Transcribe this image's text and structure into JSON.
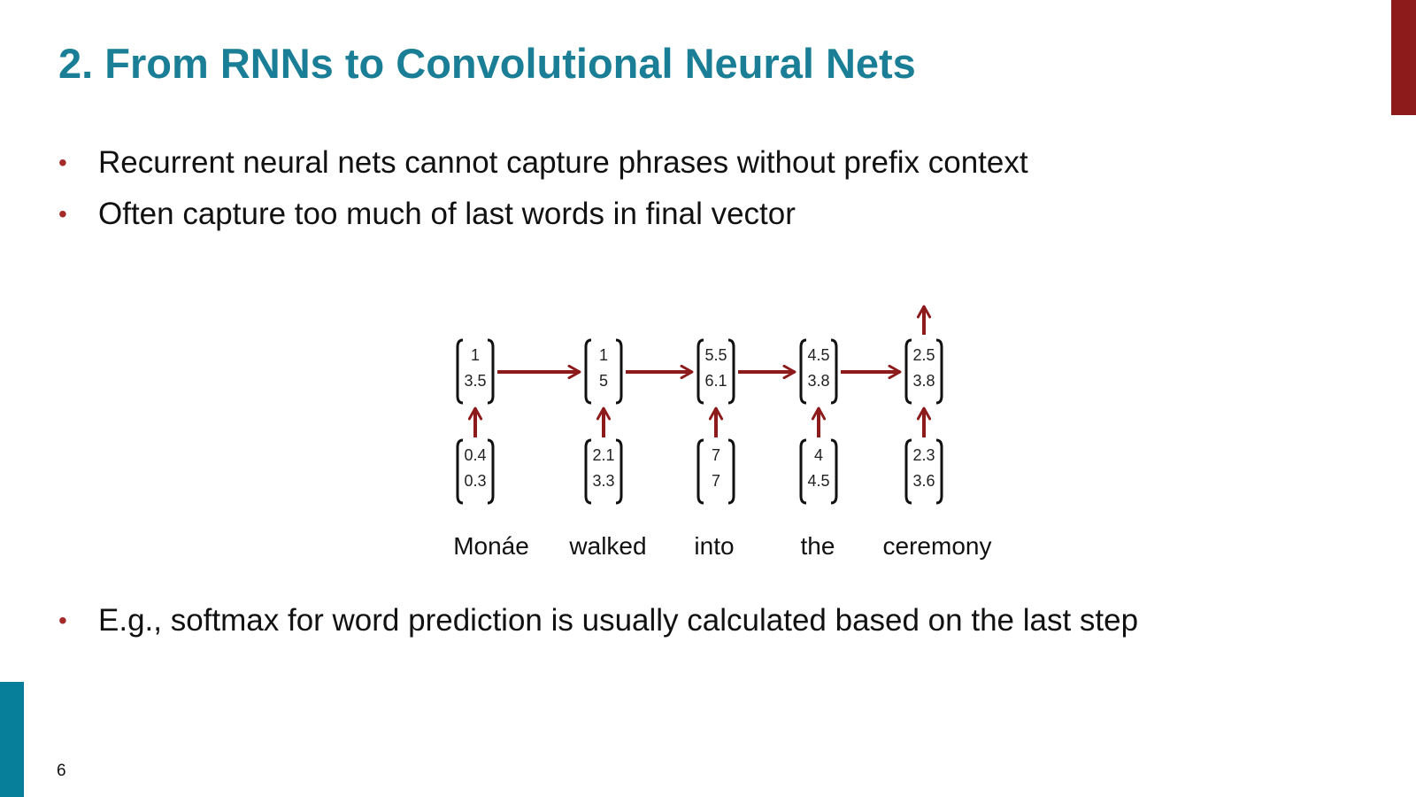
{
  "slide": {
    "title": "2. From RNNs to Convolutional Neural Nets",
    "page_number": "6",
    "accent_color": "#1a7f96",
    "arrow_color": "#8e1b1b"
  },
  "bullets_top": [
    "Recurrent neural nets cannot capture phrases without prefix context",
    "Often capture too much of last words in final vector"
  ],
  "bullets_bottom": [
    "E.g., softmax for word prediction is usually calculated based on the last step"
  ],
  "bullet_symbol": "•",
  "diagram": {
    "steps": [
      {
        "word": "Monáe",
        "input": [
          "0.4",
          "0.3"
        ],
        "hidden": [
          "1",
          "3.5"
        ]
      },
      {
        "word": "walked",
        "input": [
          "2.1",
          "3.3"
        ],
        "hidden": [
          "1",
          "5"
        ]
      },
      {
        "word": "into",
        "input": [
          "7",
          "7"
        ],
        "hidden": [
          "5.5",
          "6.1"
        ]
      },
      {
        "word": "the",
        "input": [
          "4",
          "4.5"
        ],
        "hidden": [
          "4.5",
          "3.8"
        ]
      },
      {
        "word": "ceremony",
        "input": [
          "2.3",
          "3.6"
        ],
        "hidden": [
          "2.5",
          "3.8"
        ]
      }
    ]
  }
}
